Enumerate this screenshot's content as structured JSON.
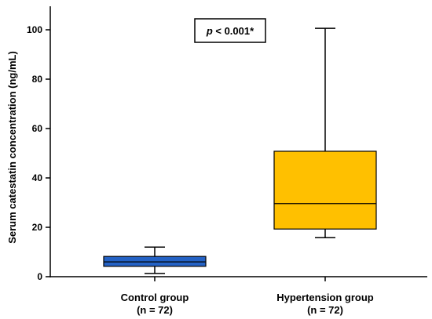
{
  "chart_data": {
    "type": "box",
    "ylabel": "Serum catestatin concentration (ng/mL)",
    "ylim": [
      0,
      110
    ],
    "yticks": [
      0,
      20,
      40,
      60,
      80,
      100
    ],
    "annotation": "p < 0.001*",
    "annotation_parts": {
      "italic": "p",
      "rest": " < 0.001*"
    },
    "grid": false,
    "boxes": [
      {
        "label_line1": "Control group",
        "label_line2": "(n = 72)",
        "whisker_low": 1.3,
        "q1": 4.2,
        "median": 6.0,
        "q3": 8.2,
        "whisker_high": 12.0,
        "color": "#2462c5"
      },
      {
        "label_line1": "Hypertension group",
        "label_line2": "(n = 72)",
        "whisker_low": 15.8,
        "q1": 19.3,
        "median": 29.6,
        "q3": 50.8,
        "whisker_high": 100.6,
        "color": "#ffc000"
      }
    ]
  }
}
